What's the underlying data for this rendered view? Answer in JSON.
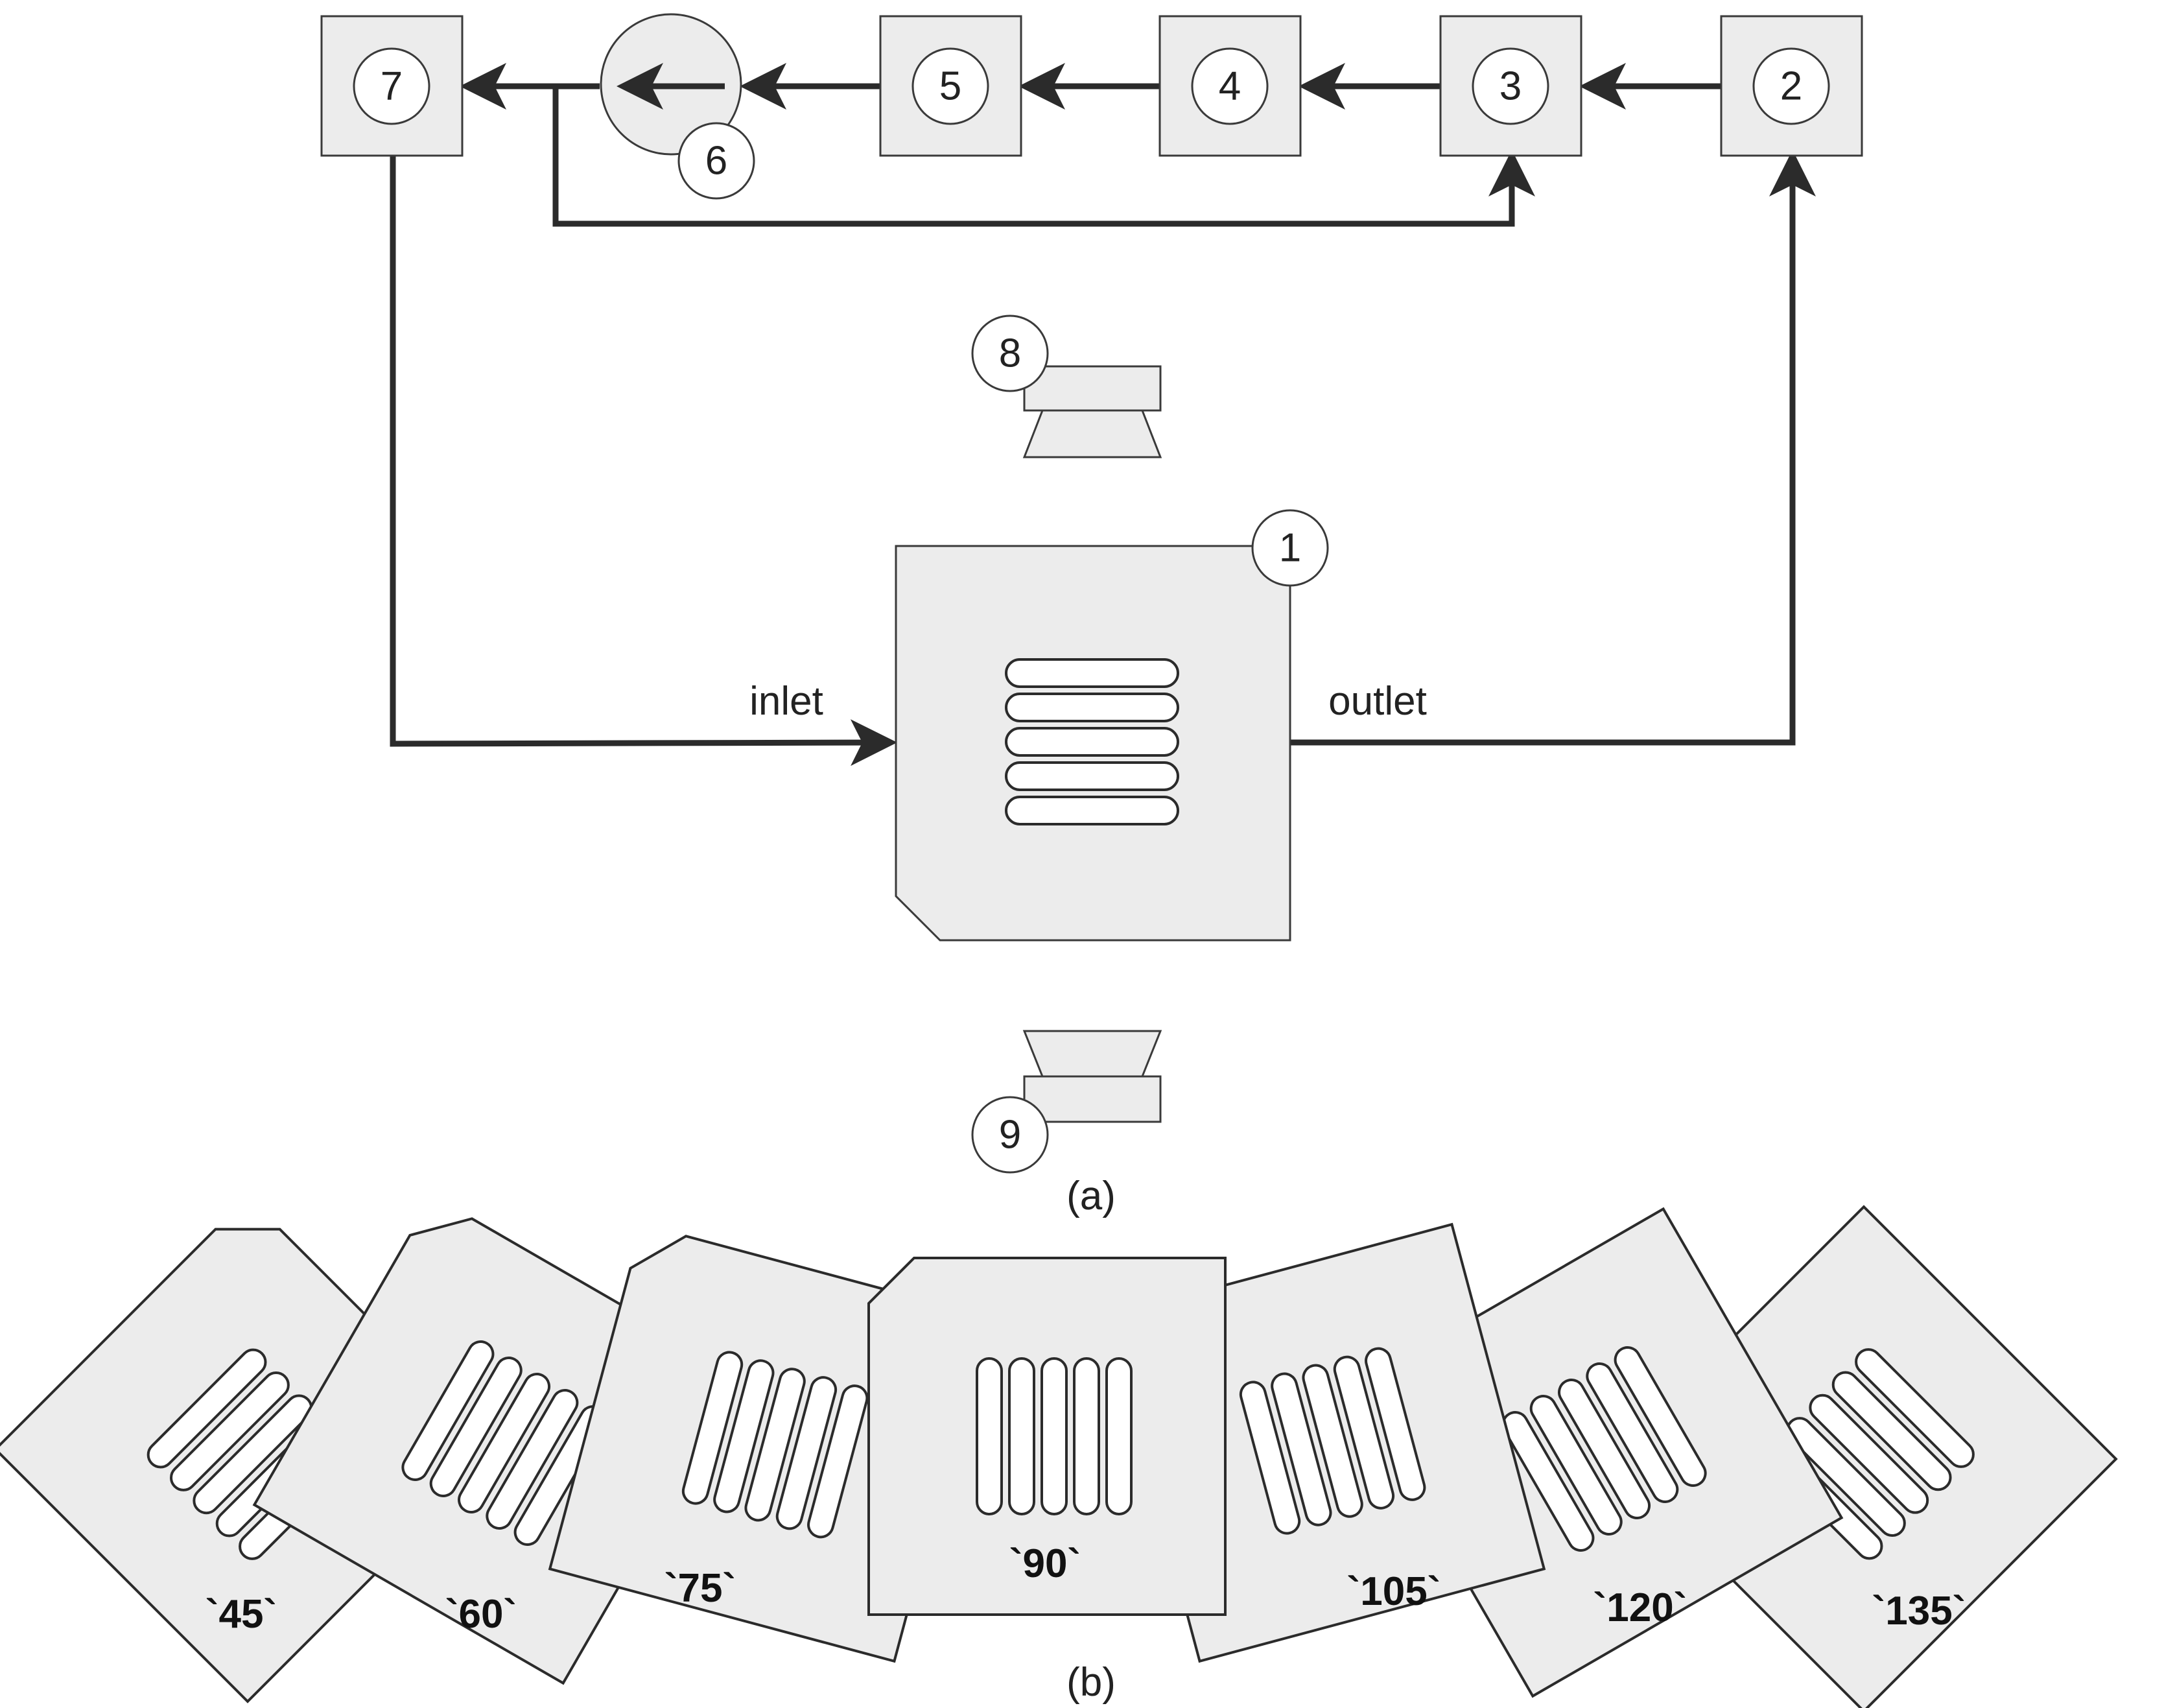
{
  "components": {
    "c1": "1",
    "c2": "2",
    "c3": "3",
    "c4": "4",
    "c5": "5",
    "c6": "6",
    "c7": "7",
    "c8": "8",
    "c9": "9"
  },
  "labels": {
    "inlet": "inlet",
    "outlet": "outlet"
  },
  "captions": {
    "a": "(a)",
    "b": "(b)"
  },
  "angles": [
    "`45`",
    "`60`",
    "`75`",
    "`90`",
    "`105`",
    "`120`",
    "`135`"
  ],
  "colors": {
    "fill": "#ececec",
    "stroke": "#2b2b2b",
    "background": "#ffffff"
  }
}
